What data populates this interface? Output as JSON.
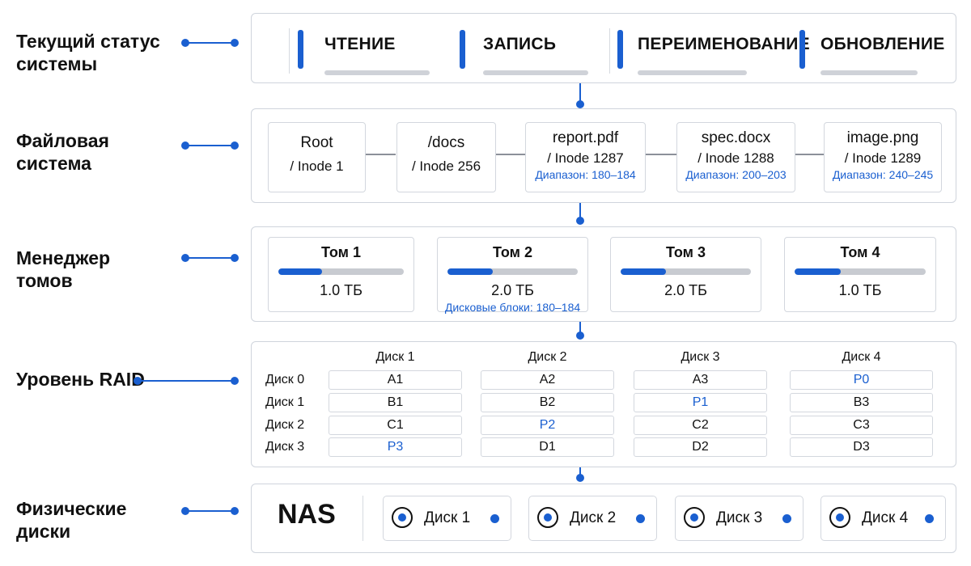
{
  "colors": {
    "accent": "#1a5fd0",
    "border": "#cfd4dc",
    "text": "#111111",
    "muted_bar": "#c8cbd1"
  },
  "rows": {
    "status": {
      "label": "Текущий статус системы"
    },
    "fs": {
      "label": "Файловая система"
    },
    "volumes": {
      "label": "Менеджер томов"
    },
    "raid": {
      "label": "Уровень RAID"
    },
    "disks": {
      "label": "Физические диски"
    }
  },
  "status": {
    "items": [
      {
        "label": "ЧТЕНИЕ"
      },
      {
        "label": "ЗАПИСЬ"
      },
      {
        "label": "ПЕРЕИМЕНОВАНИЕ"
      },
      {
        "label": "ОБНОВЛЕНИЕ"
      }
    ]
  },
  "fs": {
    "nodes": [
      {
        "name": "Root",
        "inode": "/ Inode 1",
        "range": ""
      },
      {
        "name": "/docs",
        "inode": "/ Inode 256",
        "range": ""
      },
      {
        "name": "report.pdf",
        "inode": "/ Inode 1287",
        "range": "Диапазон: 180–184"
      },
      {
        "name": "spec.docx",
        "inode": "/ Inode 1288",
        "range": "Диапазон: 200–203"
      },
      {
        "name": "image.png",
        "inode": "/ Inode 1289",
        "range": "Диапазон: 240–245"
      }
    ]
  },
  "volumes": {
    "items": [
      {
        "name": "Том 1",
        "size": "1.0 ТБ",
        "fill": 0.35,
        "blocks": ""
      },
      {
        "name": "Том 2",
        "size": "2.0 ТБ",
        "fill": 0.35,
        "blocks": "Дисковые блоки: 180–184"
      },
      {
        "name": "Том 3",
        "size": "2.0 ТБ",
        "fill": 0.35,
        "blocks": ""
      },
      {
        "name": "Том 4",
        "size": "1.0 ТБ",
        "fill": 0.35,
        "blocks": ""
      }
    ]
  },
  "raid": {
    "columns": [
      "Диск 1",
      "Диск 2",
      "Диск 3",
      "Диск 4"
    ],
    "rows": [
      {
        "label": "Диск 0",
        "cells": [
          "A1",
          "A2",
          "A3",
          "P0"
        ]
      },
      {
        "label": "Диск 1",
        "cells": [
          "B1",
          "B2",
          "P1",
          "B3"
        ]
      },
      {
        "label": "Диск 2",
        "cells": [
          "C1",
          "P2",
          "C2",
          "C3"
        ]
      },
      {
        "label": "Диск 3",
        "cells": [
          "P3",
          "D1",
          "D2",
          "D3"
        ]
      }
    ]
  },
  "disks": {
    "nas_label": "NAS",
    "items": [
      {
        "name": "Диск 1",
        "icon": "disk-icon"
      },
      {
        "name": "Диск 2",
        "icon": "disk-icon"
      },
      {
        "name": "Диск 3",
        "icon": "disk-icon"
      },
      {
        "name": "Диск 4",
        "icon": "disk-icon"
      }
    ]
  }
}
